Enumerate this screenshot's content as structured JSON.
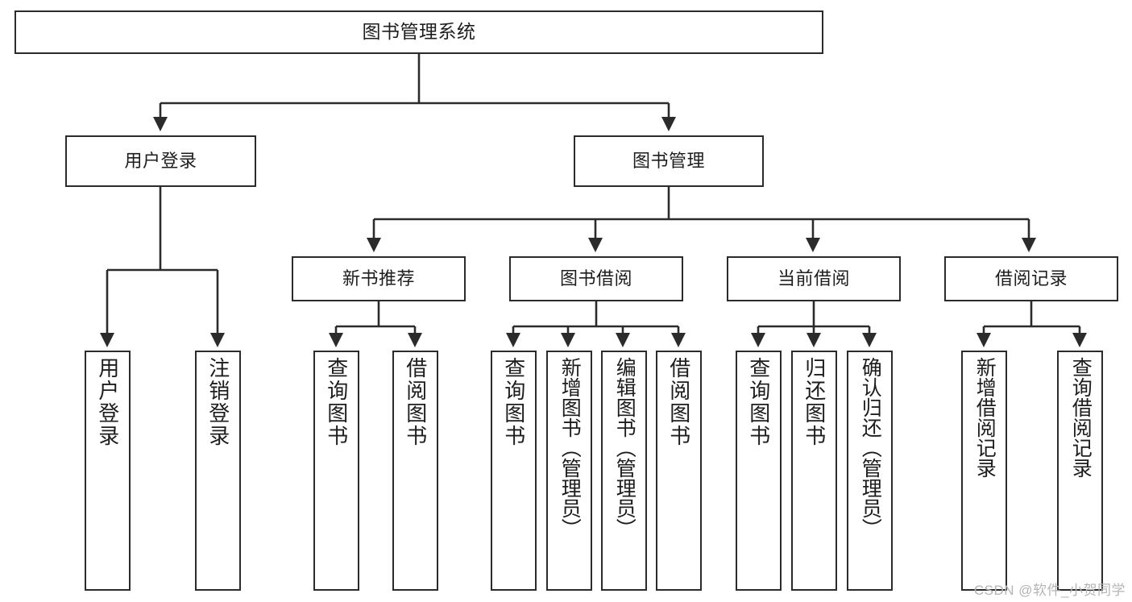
{
  "diagram": {
    "title": "图书管理系统",
    "type": "tree-hierarchy-chart",
    "orientation": "top-down"
  },
  "nodes": {
    "root": {
      "label": "图书管理系统"
    },
    "level2": [
      {
        "id": "user-login",
        "label": "用户登录"
      },
      {
        "id": "book-manage",
        "label": "图书管理"
      }
    ],
    "level3": [
      {
        "id": "new-book-rec",
        "label": "新书推荐"
      },
      {
        "id": "book-borrow",
        "label": "图书借阅"
      },
      {
        "id": "current-borrow",
        "label": "当前借阅"
      },
      {
        "id": "borrow-record",
        "label": "借阅记录"
      }
    ],
    "leaves": {
      "user_login": [
        {
          "id": "leaf-user-login",
          "label": "用户登录"
        },
        {
          "id": "leaf-logout",
          "label": "注销登录"
        }
      ],
      "new_book_rec": [
        {
          "id": "leaf-query-book-1",
          "label": "查询图书"
        },
        {
          "id": "leaf-borrow-book-1",
          "label": "借阅图书"
        }
      ],
      "book_borrow": [
        {
          "id": "leaf-query-book-2",
          "label": "查询图书"
        },
        {
          "id": "leaf-add-book",
          "label": "新增图书（管理员）"
        },
        {
          "id": "leaf-edit-book",
          "label": "编辑图书（管理员）"
        },
        {
          "id": "leaf-borrow-book-2",
          "label": "借阅图书"
        }
      ],
      "current_borrow": [
        {
          "id": "leaf-query-book-3",
          "label": "查询图书"
        },
        {
          "id": "leaf-return-book",
          "label": "归还图书"
        },
        {
          "id": "leaf-confirm-return",
          "label": "确认归还（管理员）"
        }
      ],
      "borrow_record": [
        {
          "id": "leaf-add-record",
          "label": "新增借阅记录"
        },
        {
          "id": "leaf-query-record",
          "label": "查询借阅记录"
        }
      ]
    }
  },
  "watermark": {
    "text": "CSDN @软件_小贺同学"
  },
  "colors": {
    "stroke": "#2b2b2b",
    "fill": "#ffffff",
    "text": "#1d1d1d",
    "watermark": "#b4b4b4"
  }
}
